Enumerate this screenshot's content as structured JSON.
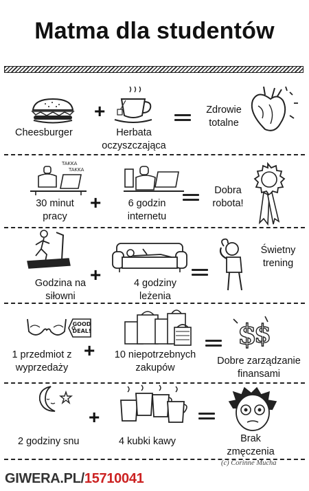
{
  "title": "Matma dla studentów",
  "equations": [
    {
      "a": "Cheesburger",
      "b_line1": "Herbata",
      "b_line2": "oczyszczająca",
      "result_line1": "Zdrowie",
      "result_line2": "totalne"
    },
    {
      "a_line1": "30 minut",
      "a_line2": "pracy",
      "b_line1": "6 godzin",
      "b_line2": "internetu",
      "result_line1": "Dobra",
      "result_line2": "robota!"
    },
    {
      "a_line1": "Godzina na",
      "a_line2": "siłowni",
      "b_line1": "4 godziny",
      "b_line2": "leżenia",
      "result_line1": "Świetny",
      "result_line2": "trening"
    },
    {
      "a_line1": "1 przedmiot z",
      "a_line2": "wyprzedaży",
      "b_line1": "10 niepotrzebnych",
      "b_line2": "zakupów",
      "result_line1": "Dobre zarządzanie",
      "result_line2": "finansami",
      "tag_line1": "GOOD",
      "tag_line2": "DEAL!"
    },
    {
      "a": "2 godziny snu",
      "b": "4 kubki kawy",
      "result_line1": "Brak",
      "result_line2": "zmęczenia"
    }
  ],
  "operators": {
    "plus": "+"
  },
  "credit": "(c) Corinne Mucha",
  "watermark": {
    "site": "GIWERA.PL/",
    "id": "15710041"
  }
}
